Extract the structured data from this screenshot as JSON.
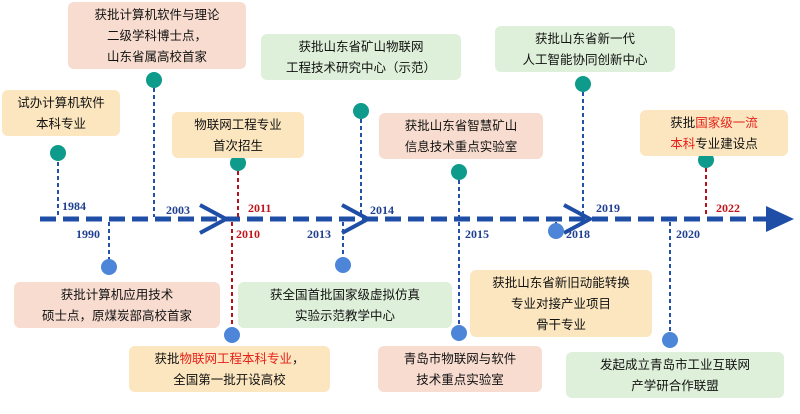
{
  "colors": {
    "axis": "#1f4ea6",
    "blue_dashed": "#2451a8",
    "red_dashed": "#b3141b",
    "teal_dot": "#0f9b8b",
    "blue_dot": "#4d86d8",
    "highlight": "#e8211a",
    "box_salmon": "#f7dccf",
    "box_cream": "#fbe6bf",
    "box_mint": "#def0d9"
  },
  "years": [
    "1984",
    "1990",
    "2003",
    "2010",
    "2011",
    "2013",
    "2014",
    "2015",
    "2018",
    "2019",
    "2020",
    "2022"
  ],
  "events": {
    "e1984": {
      "lines": [
        "试办计算机软件",
        "本科专业"
      ]
    },
    "e2003": {
      "lines": [
        "获批计算机软件与理论",
        "二级学科博士点，",
        "山东省属高校首家"
      ]
    },
    "e2011": {
      "lines": [
        "物联网工程专业",
        "首次招生"
      ]
    },
    "e2014": {
      "lines": [
        "获批山东省矿山物联网",
        "工程技术研究中心（示范）"
      ]
    },
    "e2015a": {
      "lines": [
        "获批山东省智慧矿山",
        "信息技术重点实验室"
      ]
    },
    "e2019": {
      "lines": [
        "获批山东省新一代",
        "人工智能协同创新中心"
      ]
    },
    "e2022": {
      "pre": "获批",
      "hl1": "国家级一流",
      "hl2": "本科",
      "post": "专业建设点"
    },
    "e1990": {
      "lines": [
        "获批计算机应用技术",
        "硕士点，原煤炭部高校首家"
      ]
    },
    "e2010": {
      "pre": "获批",
      "hl": "物联网工程本科专业",
      "post": "，",
      "line2": "全国第一批开设高校"
    },
    "e2013": {
      "lines": [
        "获全国首批国家级虚拟仿真",
        "实验示范教学中心"
      ]
    },
    "e2015b": {
      "lines": [
        "青岛市物联网与软件",
        "技术重点实验室"
      ]
    },
    "e2018": {
      "lines": [
        "获批山东省新旧动能转换",
        "专业对接产业项目",
        "骨干专业"
      ]
    },
    "e2020": {
      "lines": [
        "发起成立青岛市工业互联网",
        "产学研合作联盟"
      ]
    }
  }
}
